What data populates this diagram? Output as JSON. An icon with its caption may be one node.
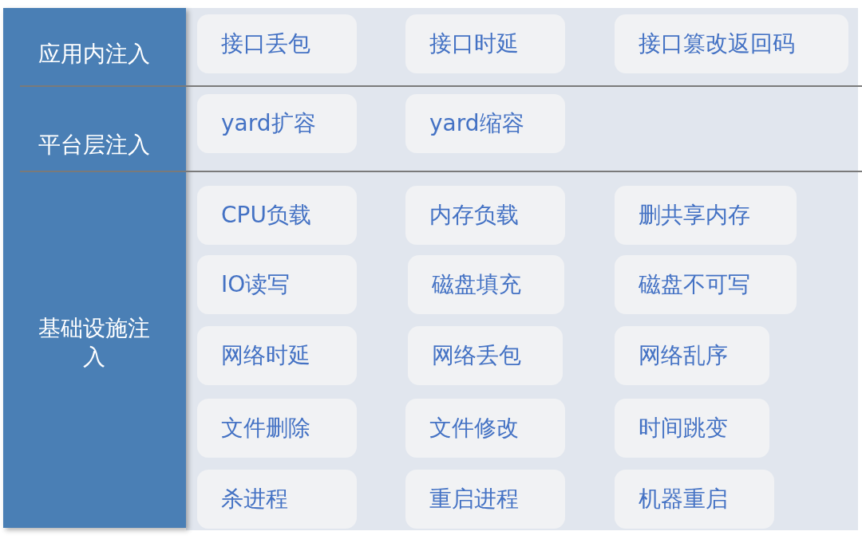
{
  "diagram": {
    "nodes": [
      {
        "text": [
          "应用内注入"
        ]
      },
      {
        "text": [
          "接口丢包"
        ]
      },
      {
        "text": [
          "接口时延"
        ]
      },
      {
        "text": [
          "接口篡改返回码"
        ]
      },
      {
        "text": [
          "平台层注入"
        ]
      },
      {
        "text": [
          "yard扩容"
        ]
      },
      {
        "text": [
          "yard缩容"
        ]
      },
      {
        "text": [
          "基础设施注入"
        ]
      },
      {
        "text": [
          "CPU负载"
        ]
      },
      {
        "text": [
          "内存负载"
        ]
      },
      {
        "text": [
          "删共享内存"
        ]
      },
      {
        "text": [
          "IO读写"
        ]
      },
      {
        "text": [
          "磁盘填充"
        ]
      },
      {
        "text": [
          "磁盘不可写"
        ]
      },
      {
        "text": [
          "网络时延"
        ]
      },
      {
        "text": [
          "网络丢包"
        ]
      },
      {
        "text": [
          "网络乱序"
        ]
      },
      {
        "text": [
          "文件删除"
        ]
      },
      {
        "text": [
          "文件修改"
        ]
      },
      {
        "text": [
          "时间跳变"
        ]
      },
      {
        "text": [
          "杀进程"
        ]
      },
      {
        "text": [
          "重启进程"
        ]
      },
      {
        "text": [
          "机器重启"
        ]
      }
    ]
  }
}
